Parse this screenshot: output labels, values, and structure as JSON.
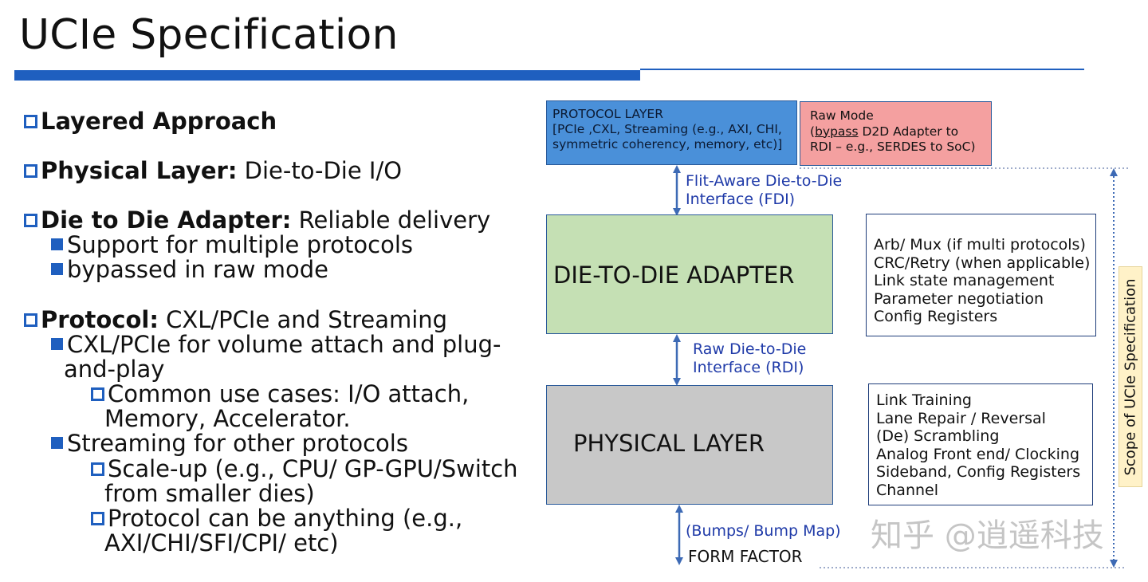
{
  "slide": {
    "title": "UCIe Specification",
    "watermark": "知乎 @逍遥科技"
  },
  "bullets": {
    "b1_bold": "Layered Approach",
    "b2_bold": "Physical Layer:",
    "b2_text": " Die-to-Die I/O",
    "b3_bold": "Die to Die Adapter:",
    "b3_text": " Reliable delivery",
    "b3_s1": "Support for multiple protocols",
    "b3_s2": "bypassed in raw mode",
    "b4_bold": "Protocol:",
    "b4_text": " CXL/PCIe and Streaming",
    "b4_s1_l1": "CXL/PCIe for volume attach and plug-",
    "b4_s1_l2": "and-play",
    "b4_s1_t1_l1": "Common use cases: I/O attach,",
    "b4_s1_t1_l2": "Memory, Accelerator.",
    "b4_s2": "Streaming for other protocols",
    "b4_s2_t1_l1": "Scale-up (e.g., CPU/ GP-GPU/Switch",
    "b4_s2_t1_l2": "from smaller dies)",
    "b4_s2_t2_l1": "Protocol can be anything (e.g.,",
    "b4_s2_t2_l2": "AXI/CHI/SFI/CPI/ etc)"
  },
  "diagram": {
    "protocol_layer": {
      "l1": "PROTOCOL LAYER",
      "l2": "[PCIe ,CXL, Streaming (e.g., AXI, CHI,",
      "l3": "symmetric coherency, memory, etc)]"
    },
    "raw_mode": {
      "l1": "Raw Mode",
      "l2_prefix": "(",
      "l2_underlined": "bypass",
      "l2_rest": " D2D Adapter to",
      "l3": "RDI – e.g., SERDES to SoC)"
    },
    "fdi": {
      "l1": "Flit-Aware Die-to-Die",
      "l2": "Interface (FDI)"
    },
    "adapter_label": "DIE-TO-DIE ADAPTER",
    "adapter_notes": [
      "Arb/ Mux (if multi protocols)",
      "CRC/Retry (when applicable)",
      "Link state management",
      "Parameter negotiation",
      "Config Registers"
    ],
    "rdi": {
      "l1": "Raw Die-to-Die",
      "l2": "Interface (RDI)"
    },
    "physical_label": "PHYSICAL LAYER",
    "physical_notes": [
      "Link Training",
      "Lane Repair / Reversal",
      "(De) Scrambling",
      "Analog Front end/ Clocking",
      "Sideband, Config Registers",
      "Channel"
    ],
    "bumps": "(Bumps/ Bump Map)",
    "form_factor": "FORM FACTOR",
    "scope": "Scope of UCIe Specification"
  },
  "colors": {
    "accent_blue": "#1f5fbf",
    "protocol_fill": "#4a90d9",
    "raw_fill": "#f4a0a0",
    "adapter_fill": "#c5e0b4",
    "physical_fill": "#c8c8c8",
    "scope_fill": "#fff2c8"
  }
}
